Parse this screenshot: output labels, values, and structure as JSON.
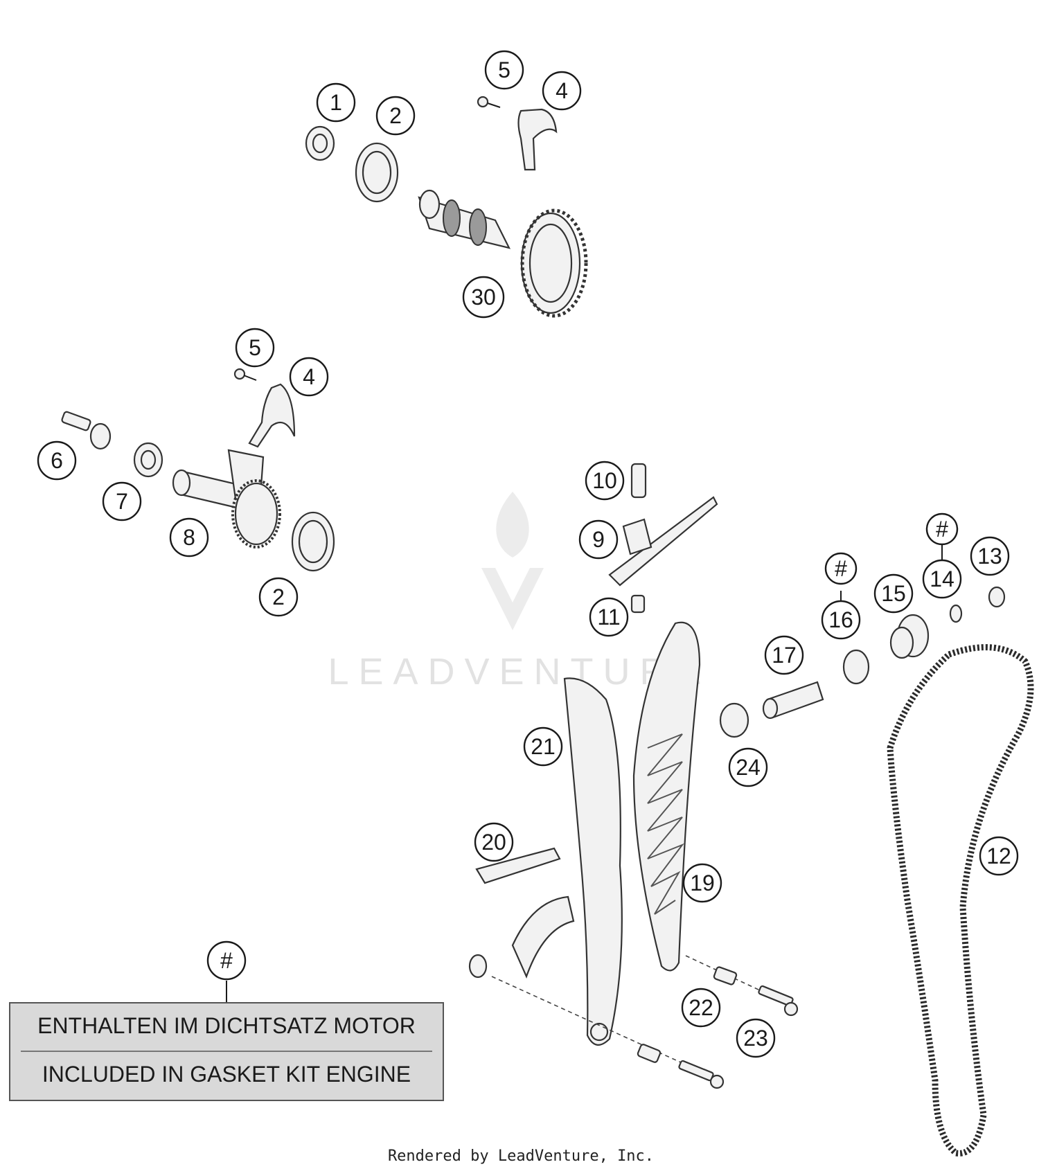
{
  "watermark": {
    "brand": "LEADVENTURE"
  },
  "callouts": {
    "c1": "1",
    "c2a": "2",
    "c4a": "4",
    "c5a": "5",
    "c30": "30",
    "c5b": "5",
    "c4b": "4",
    "c6": "6",
    "c7": "7",
    "c8": "8",
    "c2b": "2",
    "c10": "10",
    "c9": "9",
    "c11": "11",
    "c16hash": "#",
    "c16": "16",
    "c15": "15",
    "c14hash": "#",
    "c14": "14",
    "c13": "13",
    "c17": "17",
    "c24": "24",
    "c21": "21",
    "c12": "12",
    "c20": "20",
    "c19": "19",
    "c22": "22",
    "c23": "23",
    "note_hash": "#"
  },
  "note_box": {
    "line_de": "ENTHALTEN IM DICHTSATZ MOTOR",
    "line_en": "INCLUDED IN GASKET KIT ENGINE"
  },
  "footer": {
    "credit": "Rendered by LeadVenture, Inc."
  }
}
